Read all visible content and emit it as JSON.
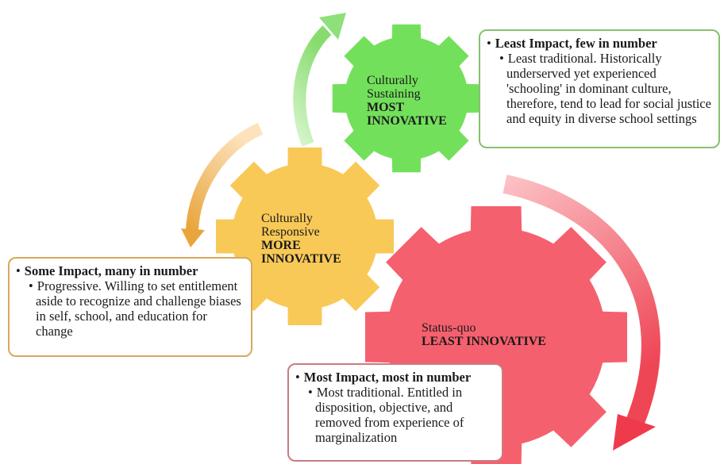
{
  "gears": [
    {
      "id": "sustaining",
      "line1": "Culturally",
      "line2": "Sustaining",
      "strong1": "MOST",
      "strong2": "INNOVATIVE",
      "color": "#73e05c"
    },
    {
      "id": "responsive",
      "line1": "Culturally",
      "line2": "Responsive",
      "strong1": "MORE",
      "strong2": "INNOVATIVE",
      "color": "#f8c957"
    },
    {
      "id": "statusquo",
      "line1": "Status-quo",
      "strong1": "LEAST INNOVATIVE",
      "color": "#f5606e"
    }
  ],
  "boxes": [
    {
      "id": "sustaining",
      "heading": "Least Impact, few in number",
      "body": "Least traditional. Historically underserved yet experienced 'schooling' in dominant culture, therefore, tend to lead for social justice and equity in diverse school settings",
      "border": "#86c16f"
    },
    {
      "id": "responsive",
      "heading": "Some Impact, many in number",
      "body": "Progressive. Willing to set entitlement aside to recognize and challenge biases in self, school, and education for change",
      "border": "#d6a85c"
    },
    {
      "id": "statusquo",
      "heading": "Most Impact, most in number",
      "body": "Most traditional. Entitled in disposition, objective, and removed from experience of marginalization",
      "border": "#c97c80"
    }
  ],
  "colors": {
    "green_arrow": "#8ee07a",
    "orange_arrow": "#f2b55a",
    "red_arrow": "#f3707c"
  }
}
